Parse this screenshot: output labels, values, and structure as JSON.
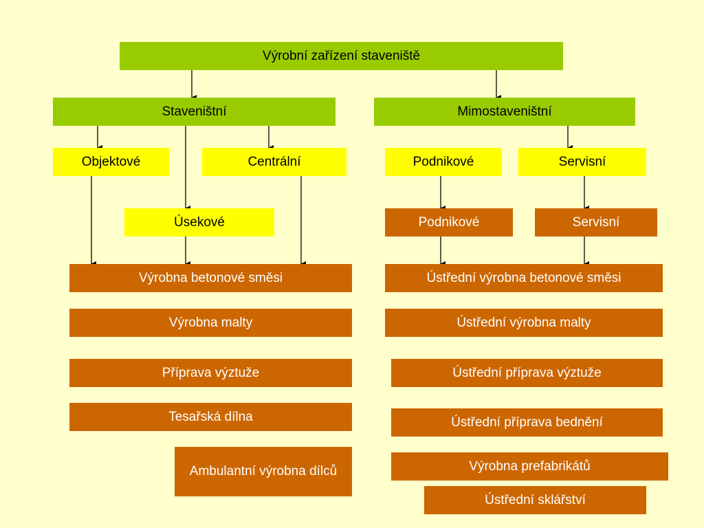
{
  "root": "Výrobní zařízení staveniště",
  "branches": {
    "site": "Staveništní",
    "offsite": "Mimostaveništní"
  },
  "site_types": {
    "object": "Objektové",
    "central": "Centrální",
    "section": "Úsekové"
  },
  "offsite_types": {
    "company": "Podnikové",
    "service": "Servisní",
    "company_detail": "Podnikové",
    "service_detail": "Servisní"
  },
  "site_facilities": [
    "Výrobna betonové směsi",
    "Výrobna malty",
    "Příprava výztuže",
    "Tesařská dílna",
    "Ambulantní výrobna dílců"
  ],
  "offsite_facilities": [
    "Ústřední výrobna betonové směsi",
    "Ústřední výrobna malty",
    "Ústřední příprava výztuže",
    "Ústřední příprava bednění",
    "Výrobna prefabrikátů",
    "Ústřední sklářství"
  ],
  "colors": {
    "background": "#ffffcc",
    "level1": "#99cc00",
    "level2": "#ffff00",
    "level3": "#cc6600"
  }
}
